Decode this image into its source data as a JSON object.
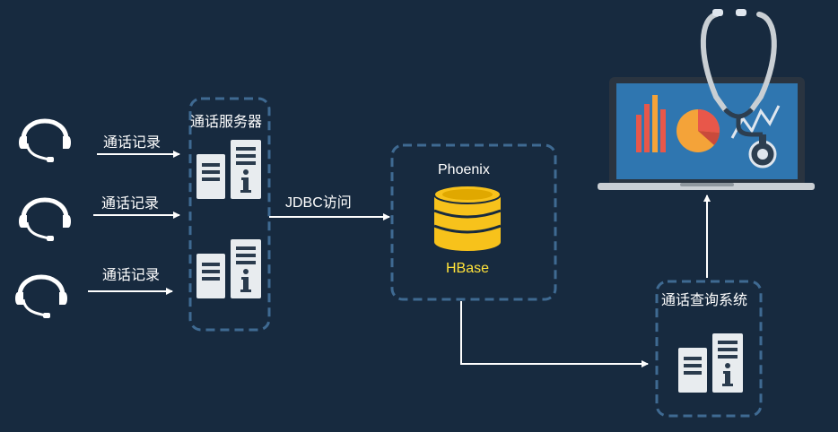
{
  "diagram": {
    "headset_labels": [
      "通话记录",
      "通话记录",
      "通话记录"
    ],
    "call_server_title": "通话服务器",
    "jdbc_label": "JDBC访问",
    "phoenix_label": "Phoenix",
    "hbase_label": "HBase",
    "query_system_title": "通话查询系统"
  },
  "colors": {
    "background": "#172a3f",
    "dashed_border": "#3f6a92",
    "arrow": "#ffffff",
    "server_body": "#e8ecef",
    "database": "#f7c21b",
    "hbase_text": "#ffe23a",
    "laptop_screen": "#2f76b0",
    "chart_red": "#e8574a",
    "chart_orange": "#f4a339"
  },
  "icons": [
    "headset-icon",
    "server-icon",
    "database-icon",
    "laptop-icon",
    "stethoscope-icon",
    "arrow-icon"
  ]
}
